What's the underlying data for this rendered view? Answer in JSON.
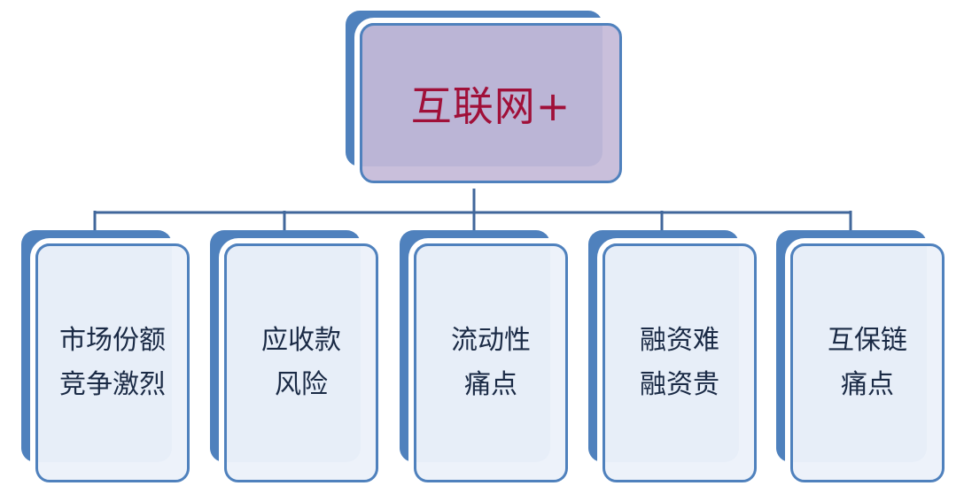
{
  "root": {
    "label": "互联网+"
  },
  "children": [
    {
      "line1": "市场份额",
      "line2": "竞争激烈"
    },
    {
      "line1": "应收款",
      "line2": "风险"
    },
    {
      "line1": "流动性",
      "line2": "痛点"
    },
    {
      "line1": "融资难",
      "line2": "融资贵"
    },
    {
      "line1": "互保链",
      "line2": "痛点"
    }
  ],
  "colors": {
    "box_border": "#4f81bd",
    "connector": "#41679b",
    "root_fill": "#c4bad8",
    "root_text": "#a01039",
    "child_fill": "#ecf2fa",
    "child_text": "#1a2a45"
  }
}
